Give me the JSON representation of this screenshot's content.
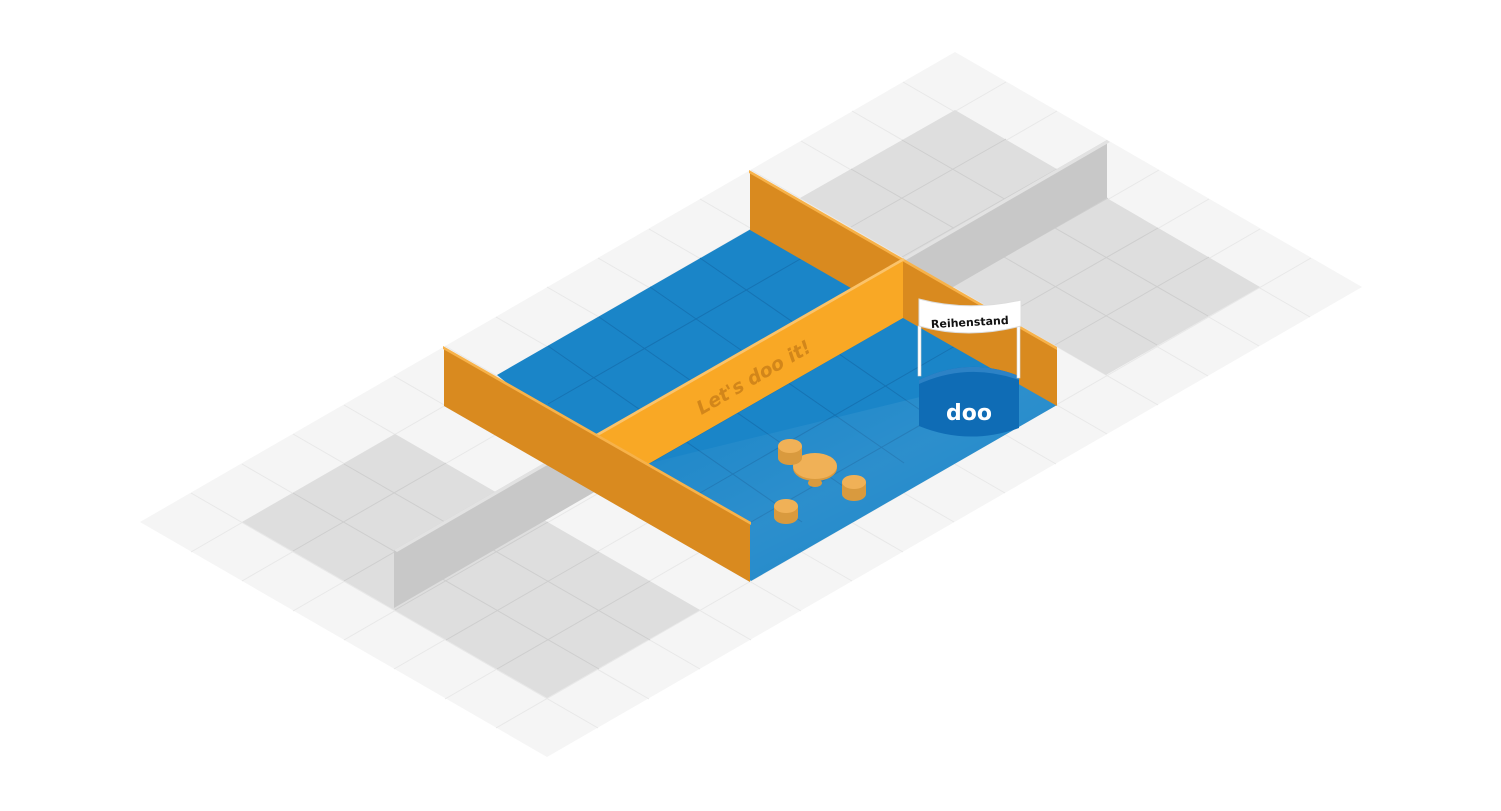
{
  "booth": {
    "type_label": "Reihenstand",
    "wall_slogan": "Let's doo it!",
    "counter_logo": "doo"
  },
  "colors": {
    "background": "#ffffff",
    "outer_floor": "#f4f4f4",
    "neighbor_floor": "#dedede",
    "neighbor_wall": "#c8c8c8",
    "booth_floor": "#1a85c8",
    "grid_line": "#1470ad",
    "wall_front": "#f9a825",
    "wall_side": "#d98a1f",
    "slogan": "#d2861a",
    "counter": "#0f6cb5",
    "counter_top": "#2c82c6",
    "banner": "#ffffff",
    "furniture": "#f0b157",
    "furniture_side": "#d99a3e"
  },
  "icons": {
    "table": "round-table-icon",
    "stool": "stool-icon",
    "counter": "reception-counter-icon",
    "banner": "banner-sign-icon"
  }
}
